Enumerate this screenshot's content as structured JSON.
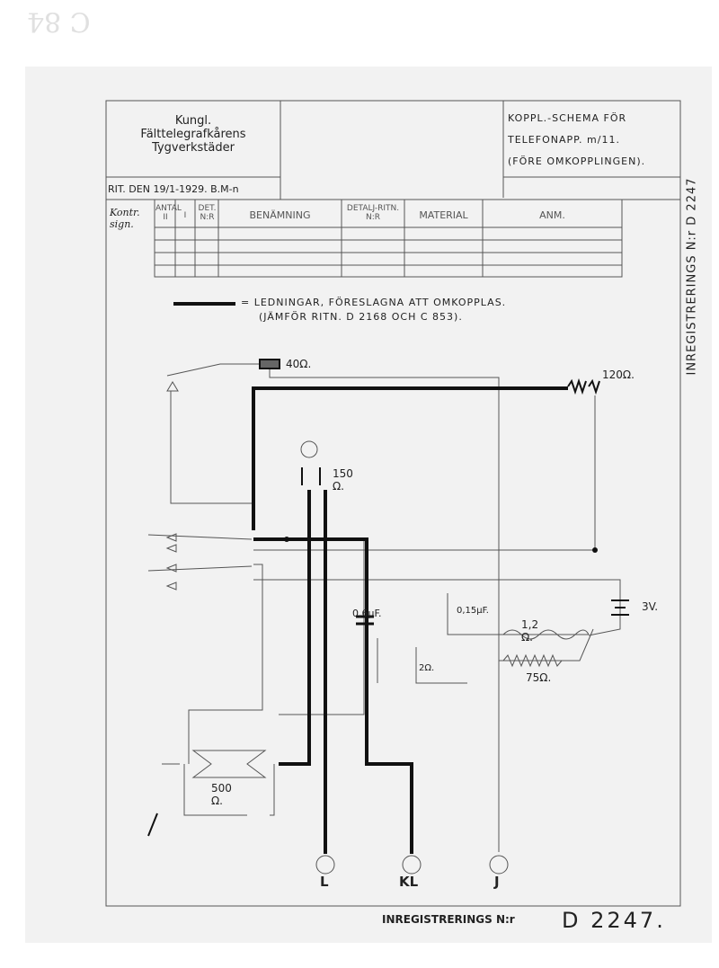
{
  "corner_mark": "C 84",
  "title_block": {
    "maker_line1": "Kungl.",
    "maker_line2": "Fälttelegrafkårens",
    "maker_line3": "Tygverkstäder",
    "title_line1": "KOPPL.-SCHEMA FÖR",
    "title_line2": "TELEFONAPP. m/11.",
    "title_line3": "(FÖRE OMKOPPLINGEN).",
    "drawn": "RIT. DEN 19/1-1929. B.M-n",
    "signature": "Kontr. sign."
  },
  "parts_table": {
    "headers": [
      "ANTAL II",
      "I",
      "DET. N:R",
      "BENÄMNING",
      "DETALJ-RITN. N:R",
      "MATERIAL",
      "ANM."
    ]
  },
  "legend": {
    "line1": "= LEDNINGAR, FÖRESLAGNA ATT OMKOPPLAS.",
    "line2": "(JÄMFÖR RITN. D 2168 OCH C 853)."
  },
  "components": {
    "r40": "40Ω.",
    "r120": "120Ω.",
    "r150": "150 Ω.",
    "c06": "0,6μF.",
    "c015": "0,15μF.",
    "r12": "1,2 Ω.",
    "r75": "75Ω.",
    "r2": "2Ω.",
    "bat": "3V.",
    "r500": "500 Ω."
  },
  "terminals": [
    "L",
    "KL",
    "J"
  ],
  "registration": {
    "side": "INREGISTRERINGS N:r D 2247",
    "bottom_label": "INREGISTRERINGS N:r",
    "bottom_number": "D 2247."
  }
}
